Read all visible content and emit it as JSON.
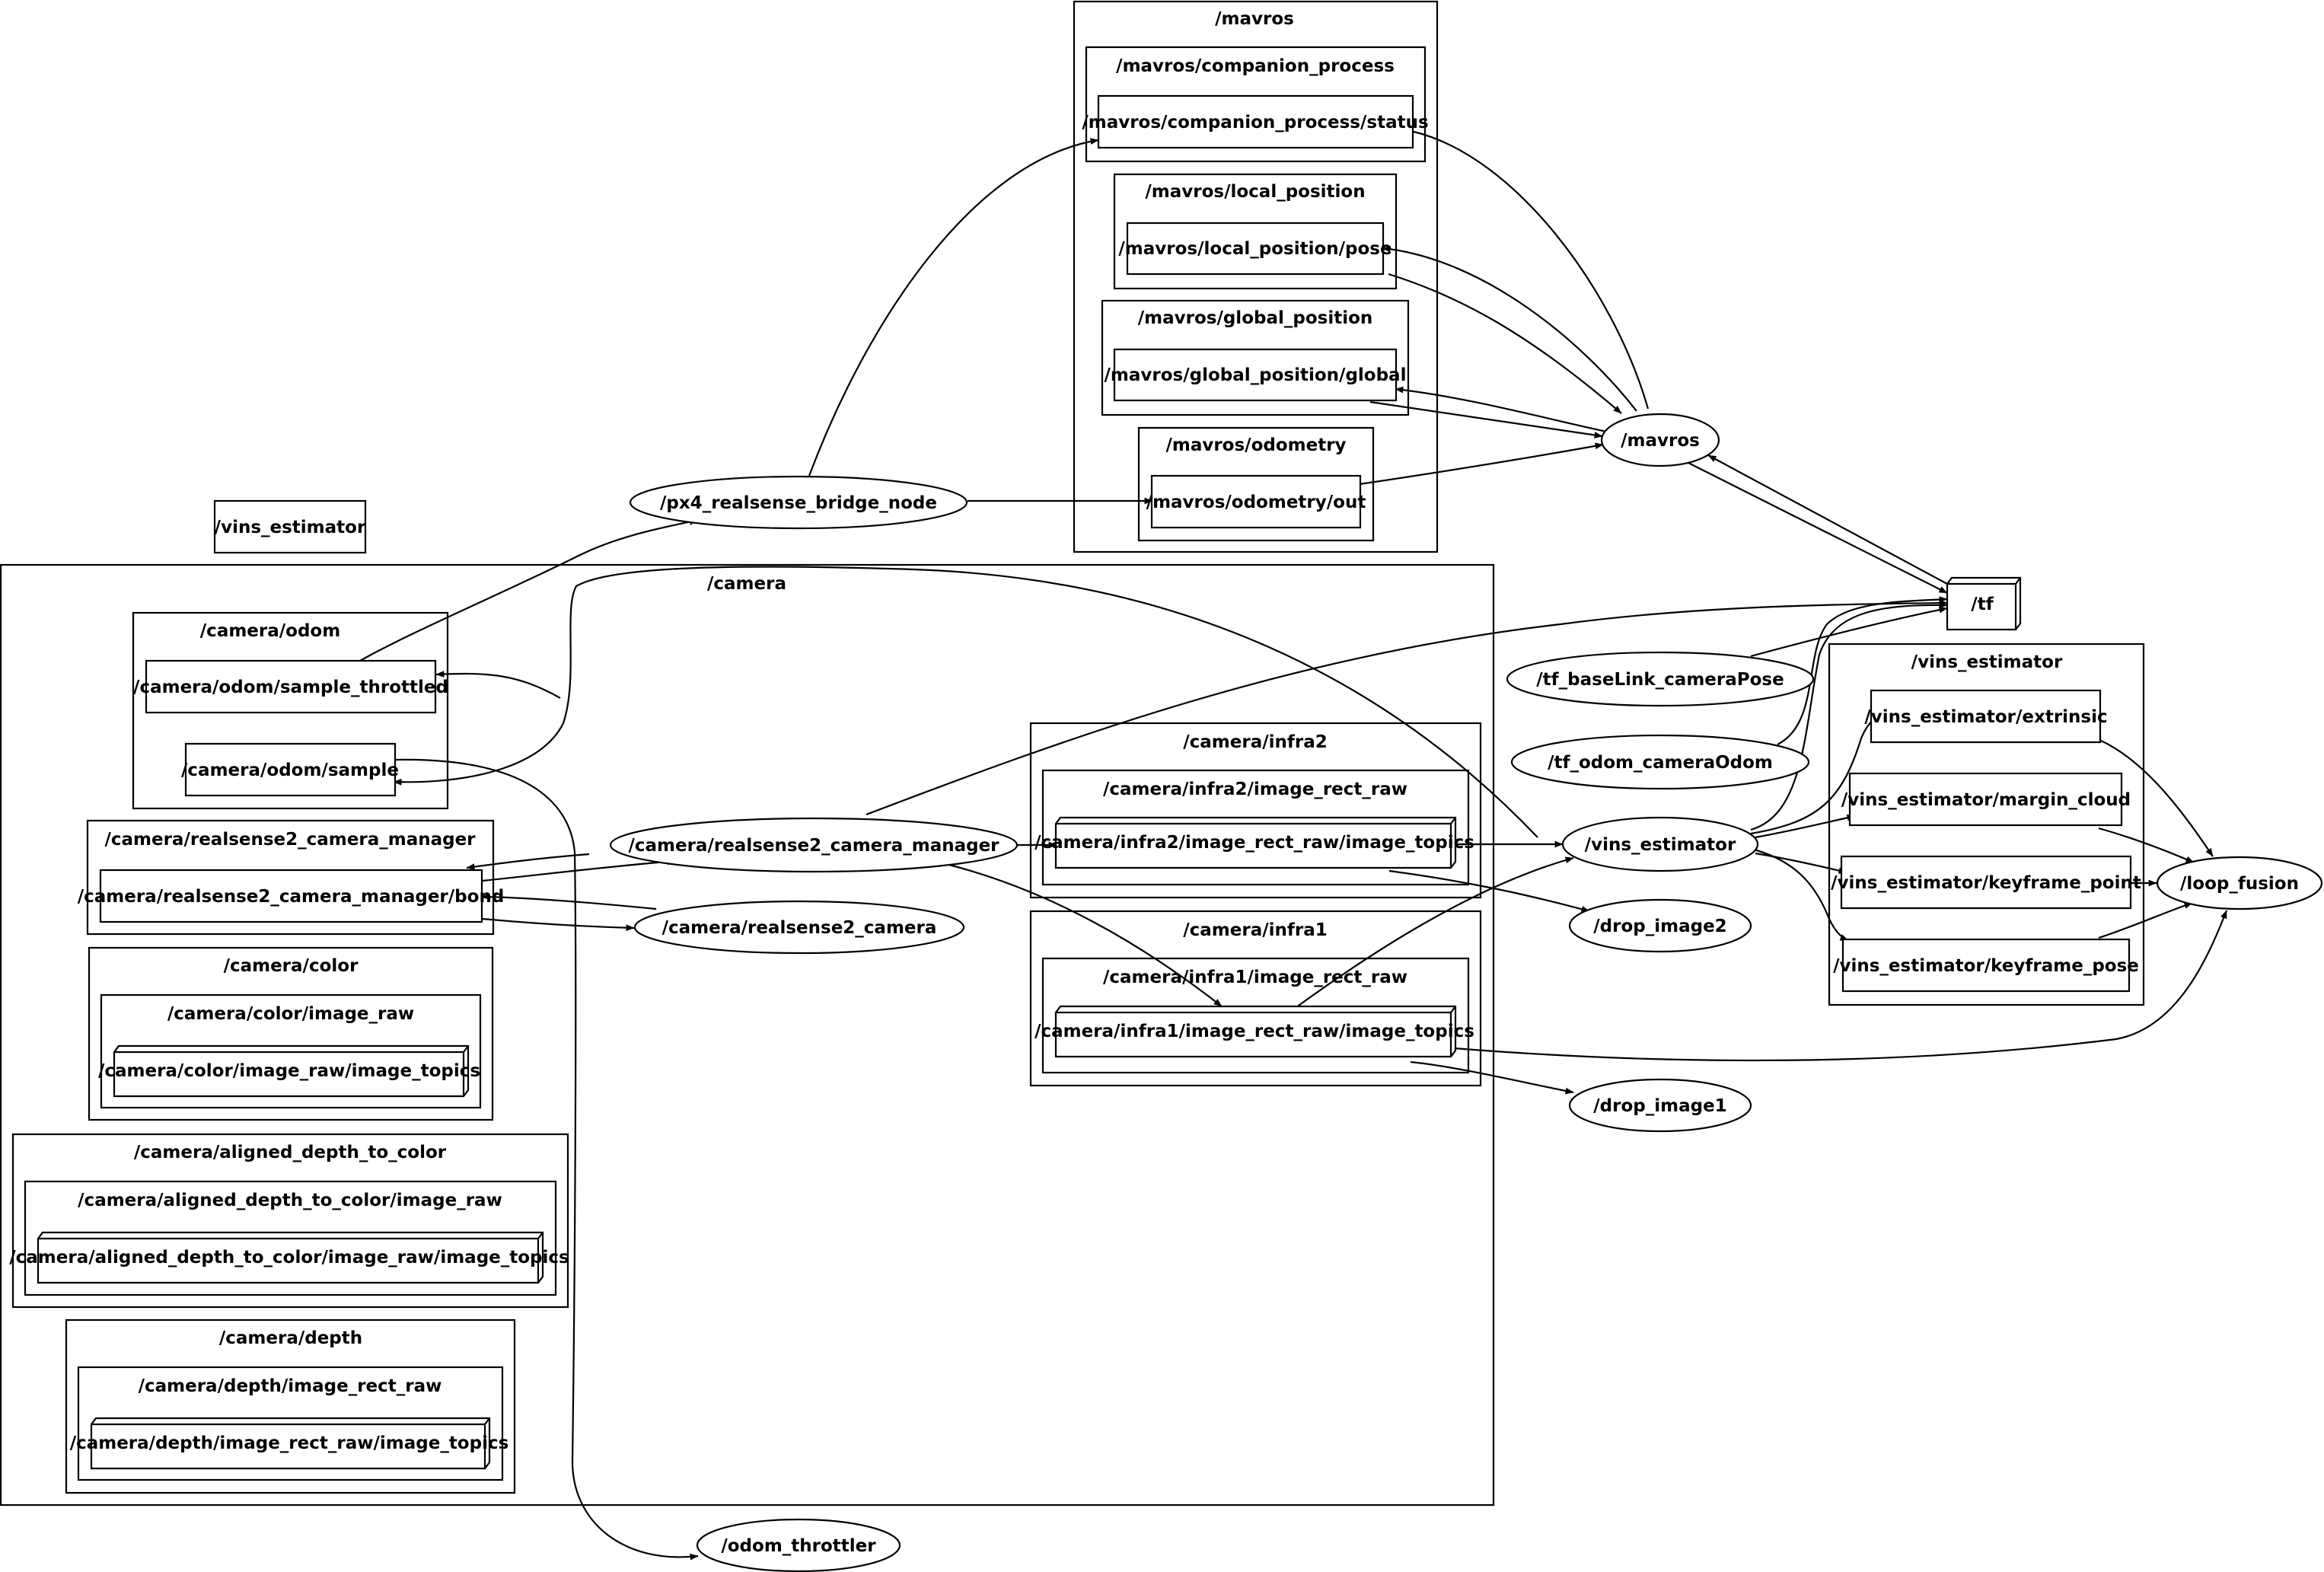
{
  "graph": {
    "clusters": {
      "mavros": "/mavros",
      "companion_process": "/mavros/companion_process",
      "local_position": "/mavros/local_position",
      "global_position": "/mavros/global_position",
      "odometry": "/mavros/odometry",
      "camera": "/camera",
      "odom": "/camera/odom",
      "rs2_manager": "/camera/realsense2_camera_manager",
      "color": "/camera/color",
      "color_image_raw": "/camera/color/image_raw",
      "aligned": "/camera/aligned_depth_to_color",
      "aligned_image_raw": "/camera/aligned_depth_to_color/image_raw",
      "depth": "/camera/depth",
      "depth_image_rect_raw": "/camera/depth/image_rect_raw",
      "infra2": "/camera/infra2",
      "infra2_image_rect_raw": "/camera/infra2/image_rect_raw",
      "infra1": "/camera/infra1",
      "infra1_image_rect_raw": "/camera/infra1/image_rect_raw",
      "vins_estimator": "/vins_estimator"
    },
    "topics": {
      "companion_status": "/mavros/companion_process/status",
      "local_pose": "/mavros/local_position/pose",
      "global_global": "/mavros/global_position/global",
      "odometry_out": "/mavros/odometry/out",
      "vins_estimator_topic": "/vins_estimator",
      "odom_sample_throttled": "/camera/odom/sample_throttled",
      "odom_sample": "/camera/odom/sample",
      "bond": "/camera/realsense2_camera_manager/bond",
      "color_topics": "/camera/color/image_raw/image_topics",
      "aligned_topics": "/camera/aligned_depth_to_color/image_raw/image_topics",
      "depth_topics": "/camera/depth/image_rect_raw/image_topics",
      "infra2_topics": "/camera/infra2/image_rect_raw/image_topics",
      "infra1_topics": "/camera/infra1/image_rect_raw/image_topics",
      "extrinsic": "/vins_estimator/extrinsic",
      "margin_cloud": "/vins_estimator/margin_cloud",
      "keyframe_point": "/vins_estimator/keyframe_point",
      "keyframe_pose": "/vins_estimator/keyframe_pose",
      "tf": "/tf"
    },
    "nodes": {
      "px4_bridge": "/px4_realsense_bridge_node",
      "mavros": "/mavros",
      "rs2_manager": "/camera/realsense2_camera_manager",
      "rs2_camera": "/camera/realsense2_camera",
      "vins_estimator": "/vins_estimator",
      "tf_baselink": "/tf_baseLink_cameraPose",
      "tf_odom": "/tf_odom_cameraOdom",
      "drop_image2": "/drop_image2",
      "drop_image1": "/drop_image1",
      "loop_fusion": "/loop_fusion",
      "odom_throttler": "/odom_throttler"
    }
  }
}
